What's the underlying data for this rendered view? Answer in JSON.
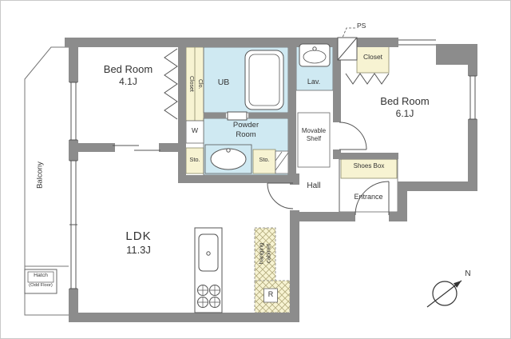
{
  "plan": {
    "rooms": {
      "bedroom1": {
        "name": "Bed Room",
        "size": "4.1J"
      },
      "bedroom2": {
        "name": "Bed Room",
        "size": "6.1J"
      },
      "ldk": {
        "name": "LDK",
        "size": "11.3J"
      },
      "balcony": "Balcony",
      "ub": "UB",
      "lav": "Lav.",
      "powder": {
        "line1": "Powder",
        "line2": "Room"
      },
      "hall": "Hall",
      "entrance": "Entrance"
    },
    "storage": {
      "closet1": "Closet",
      "clo1": "Clo.",
      "closet2": "Closet",
      "shoes_box": "Shoes Box",
      "sto_left": "Sto.",
      "sto_right": "Sto.",
      "movable_shelf": {
        "line1": "Movable",
        "line2": "Shelf"
      },
      "hanging_cabinet": {
        "line1": "hanging",
        "line2": "cabinet"
      },
      "washer": "W",
      "refrigerator": "R"
    },
    "annotations": {
      "ps": "PS",
      "hatch": {
        "title": "Hatch",
        "subtitle": "(Odd Floor)"
      },
      "north": "N"
    },
    "colors": {
      "wall": "#8c8c8c",
      "wet_area": "#cfe9f2",
      "storage_area": "#f7f3d2"
    }
  }
}
